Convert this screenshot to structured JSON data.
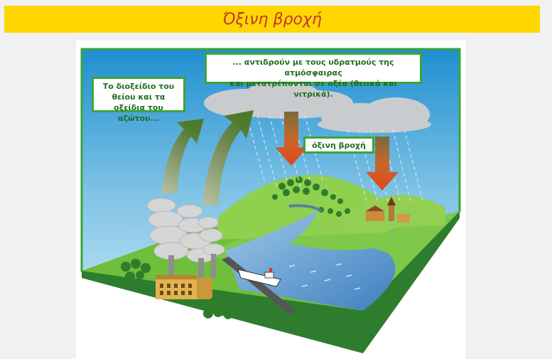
{
  "title": "Όξινη βροχή",
  "labels": {
    "emissions_line1": "Το διοξείδιο του",
    "emissions_line2": "θείου και τα",
    "emissions_line3": "οξείδια του αζώτου...",
    "reaction_line1": "... αντιδρούν με τους υδρατμούς της ατμόσφαιρας",
    "reaction_line2": "και μετατρέπονται σε οξέα (θειικά και νιτρικά).",
    "acid_rain": "όξινη βροχή"
  },
  "colors": {
    "title_bg": "#ffd700",
    "title_text": "#c0392b",
    "label_border": "#3aa53a",
    "label_text": "#1f6e1f",
    "red_arrow": "#d9501e",
    "green_arrow": "#8f9e72"
  }
}
